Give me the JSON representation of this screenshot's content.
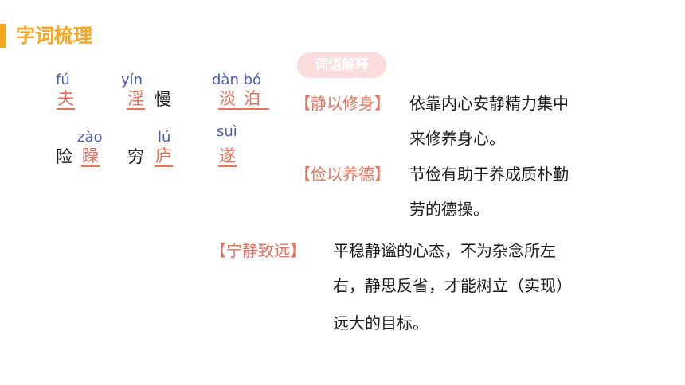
{
  "title": "字词梳理",
  "badge": "词语解释",
  "words": [
    {
      "pinyin": "fú",
      "char": "夫"
    },
    {
      "pinyin": "yín",
      "char": "淫"
    },
    {
      "char": "慢"
    },
    {
      "pinyin": "dàn bó",
      "char": "淡泊"
    },
    {
      "char": "险"
    },
    {
      "pinyin": "zào",
      "char": "躁"
    },
    {
      "char": "穷"
    },
    {
      "pinyin": "lú",
      "char": "庐"
    },
    {
      "pinyin": "suì",
      "char": "遂"
    }
  ],
  "definitions": [
    {
      "term": "【静以修身】",
      "lines": [
        "依靠内心安静精力集中",
        "来修养身心。"
      ]
    },
    {
      "term": "【俭以养德】",
      "lines": [
        "节俭有助于养成质朴勤",
        "劳的德操。"
      ]
    },
    {
      "term": "【宁静致远】",
      "lines": [
        "平稳静谧的心态，不为杂念所左",
        "右，静思反省，才能树立（实现）",
        "远大的目标。"
      ]
    }
  ]
}
